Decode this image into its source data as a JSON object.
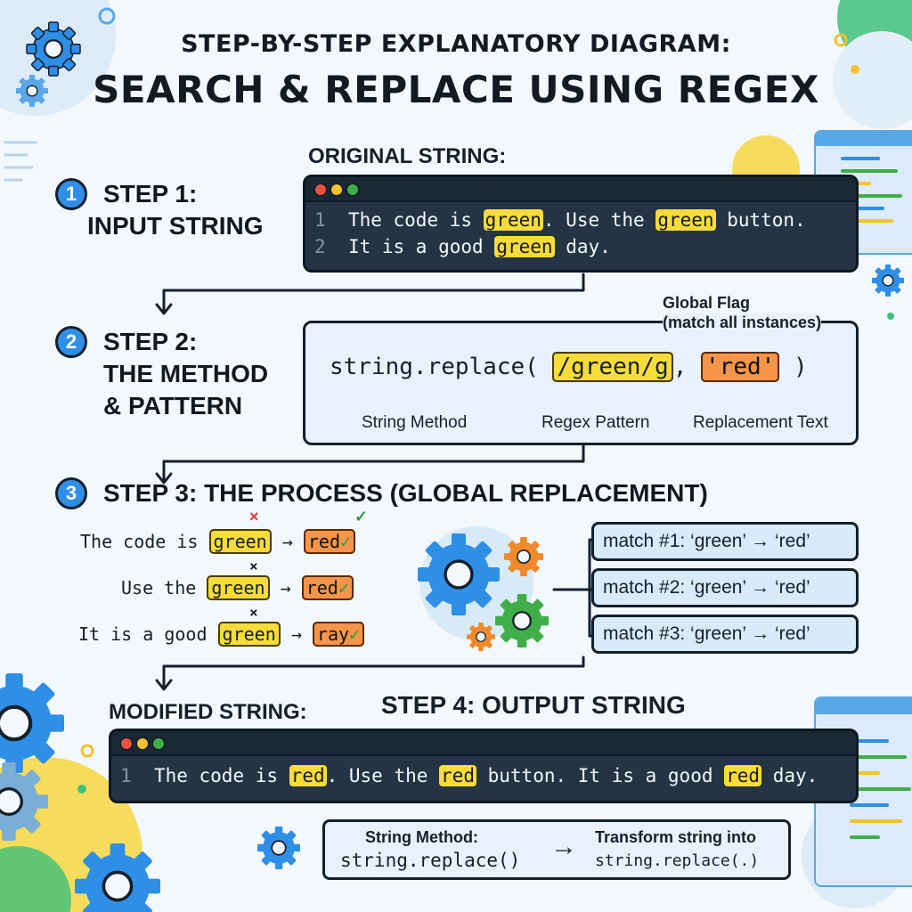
{
  "title": {
    "line1": "STEP-BY-STEP EXPLANATORY DIAGRAM:",
    "line2": "SEARCH & REPLACE USING REGEX"
  },
  "step1": {
    "number": "1",
    "label_line1": "STEP 1:",
    "label_line2": "INPUT STRING",
    "caption": "ORIGINAL STRING:",
    "lines": [
      {
        "num": "1",
        "segments": [
          "The code is ",
          "green",
          ". Use the ",
          "green",
          " button."
        ]
      },
      {
        "num": "2",
        "segments": [
          "It is a good ",
          "green",
          " day."
        ]
      }
    ]
  },
  "step2": {
    "number": "2",
    "label_line1": "STEP 2:",
    "label_line2": "THE METHOD",
    "label_line3": "& PATTERN",
    "code_prefix": "string.replace(",
    "pattern": "/green/g",
    "comma": ",",
    "replacement": "'red'",
    "code_suffix": ")",
    "flag_note_line1": "Global Flag",
    "flag_note_line2": "(match all instances)",
    "ann_method": "String Method",
    "ann_pattern": "Regex Pattern",
    "ann_replacement": "Replacement Text"
  },
  "step3": {
    "number": "3",
    "label": "STEP 3: THE PROCESS (GLOBAL REPLACEMENT)",
    "rows": [
      {
        "prefix": "The code is",
        "match": "green",
        "arrow": "→",
        "result": "red",
        "mark": "✓"
      },
      {
        "prefix": "Use the",
        "match": "green",
        "arrow": "→",
        "result": "red",
        "mark": "✓"
      },
      {
        "prefix": "It is a good",
        "match": "green",
        "arrow": "→",
        "result": "ray",
        "mark": "✓"
      }
    ],
    "top_x": "×",
    "top_check": "✓",
    "between_x1": "×",
    "between_x2": "×",
    "matches": [
      "match #1: ‘green’ → ‘red’",
      "match #2: ‘green’ → ‘red’",
      "match #3: ‘green’ → ‘red’"
    ]
  },
  "step4": {
    "caption": "MODIFIED STRING:",
    "label": "STEP 4: OUTPUT STRING",
    "line": {
      "num": "1",
      "segments": [
        "The code is ",
        "red",
        ". Use the ",
        "red",
        " button. It is a good ",
        "red",
        " day."
      ]
    }
  },
  "footer": {
    "left_line1": "String Method:",
    "left_line2": "string.replace()",
    "arrow": "→",
    "right_line1": "Transform string into",
    "right_line2": "string.replace(.)"
  },
  "colors": {
    "accent_blue": "#2f8fe6",
    "highlight_yellow": "#f7dc3a",
    "highlight_orange": "#f4954a",
    "terminal_bg": "#243444",
    "gear_green": "#3fae49",
    "gear_orange": "#f08a2c"
  },
  "icons": [
    "gear-icon",
    "code-window-icon",
    "arrow-icon",
    "check-icon",
    "cross-icon"
  ]
}
